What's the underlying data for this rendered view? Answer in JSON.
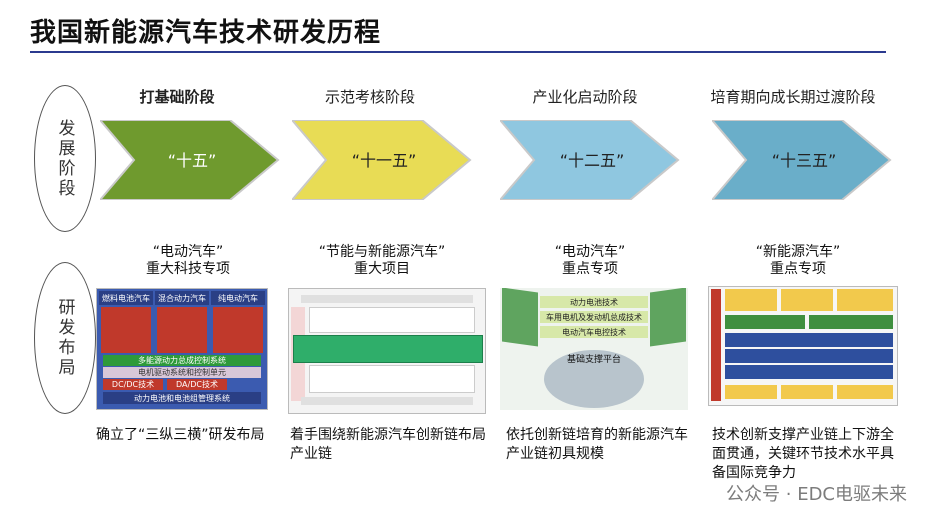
{
  "title": "我国新能源汽车技术研发历程",
  "row_labels": {
    "stages": "发展阶段",
    "layout": "研发布局"
  },
  "columns": [
    {
      "stage": "打基础阶段",
      "stage_bold": true,
      "plan": "“十五”",
      "chevron_color": "#6f9a2e",
      "caption_line1": "“电动汽车”",
      "caption_line2": "重大科技专项",
      "desc": "确立了“三纵三横”研发布局"
    },
    {
      "stage": "示范考核阶段",
      "stage_bold": false,
      "plan": "“十一五”",
      "chevron_color": "#e8dc55",
      "caption_line1": "“节能与新能源汽车”",
      "caption_line2": "重大项目",
      "desc": "着手围绕新能源汽车创新链布局产业链"
    },
    {
      "stage": "产业化启动阶段",
      "stage_bold": false,
      "plan": "“十二五”",
      "chevron_color": "#8fc7e0",
      "caption_line1": "“电动汽车”",
      "caption_line2": "重点专项",
      "desc": "依托创新链培育的新能源汽车产业链初具规模"
    },
    {
      "stage": "培育期向成长期过渡阶段",
      "stage_bold": false,
      "plan": "“十三五”",
      "chevron_color": "#6aaec9",
      "caption_line1": "“新能源汽车”",
      "caption_line2": "重点专项",
      "desc": "技术创新支撑产业链上下游全面贯通，关键环节技术水平具备国际竞争力"
    }
  ],
  "img1": {
    "top_labels": [
      "燃料电池汽车",
      "混合动力汽车",
      "纯电动汽车"
    ],
    "bands": [
      "多能源动力总成控制系统",
      "电机驱动系统和控制单元",
      "DC/DC技术",
      "DA/DC技术",
      "动力电池和电池组管理系统"
    ]
  },
  "img3": {
    "rows": [
      "动力电池技术",
      "车用电机及发动机总成技术",
      "电动汽车电控技术"
    ],
    "platform": "基础支撑平台"
  },
  "watermark": "公众号 · EDC电驱未来"
}
